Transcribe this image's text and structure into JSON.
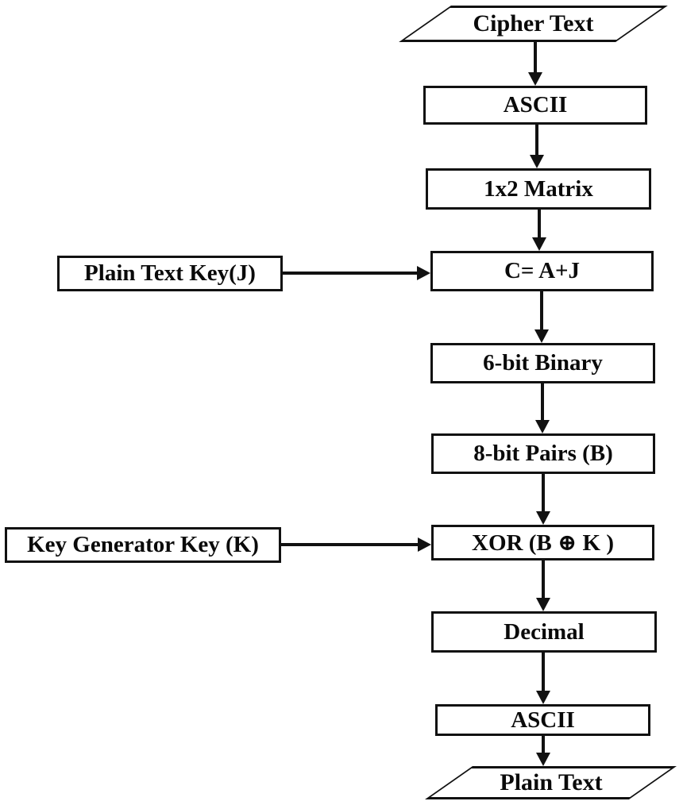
{
  "diagram": {
    "type": "flowchart",
    "background_color": "#ffffff",
    "stroke_color": "#111111",
    "text_color": "#0a0a0a",
    "nodes": {
      "cipher_text": {
        "label": "Cipher Text",
        "shape": "parallelogram"
      },
      "ascii_in": {
        "label": "ASCII",
        "shape": "rect"
      },
      "matrix_1x2": {
        "label": "1x2 Matrix",
        "shape": "rect"
      },
      "add_key": {
        "label": "C= A+J",
        "shape": "rect"
      },
      "plain_text_key": {
        "label": "Plain Text Key(J)",
        "shape": "rect"
      },
      "six_bit_binary": {
        "label": "6-bit Binary",
        "shape": "rect"
      },
      "eight_bit_pairs": {
        "label": "8-bit Pairs (B)",
        "shape": "rect"
      },
      "xor": {
        "label": "XOR (B ⊕ K )",
        "shape": "rect"
      },
      "key_generator_key": {
        "label": "Key Generator Key (K)",
        "shape": "rect"
      },
      "decimal": {
        "label": "Decimal",
        "shape": "rect"
      },
      "ascii_out": {
        "label": "ASCII",
        "shape": "rect"
      },
      "plain_text": {
        "label": "Plain Text",
        "shape": "parallelogram"
      }
    },
    "edges": [
      {
        "from": "cipher_text",
        "to": "ascii_in"
      },
      {
        "from": "ascii_in",
        "to": "matrix_1x2"
      },
      {
        "from": "matrix_1x2",
        "to": "add_key"
      },
      {
        "from": "plain_text_key",
        "to": "add_key"
      },
      {
        "from": "add_key",
        "to": "six_bit_binary"
      },
      {
        "from": "six_bit_binary",
        "to": "eight_bit_pairs"
      },
      {
        "from": "eight_bit_pairs",
        "to": "xor"
      },
      {
        "from": "key_generator_key",
        "to": "xor"
      },
      {
        "from": "xor",
        "to": "decimal"
      },
      {
        "from": "decimal",
        "to": "ascii_out"
      },
      {
        "from": "ascii_out",
        "to": "plain_text"
      }
    ]
  }
}
